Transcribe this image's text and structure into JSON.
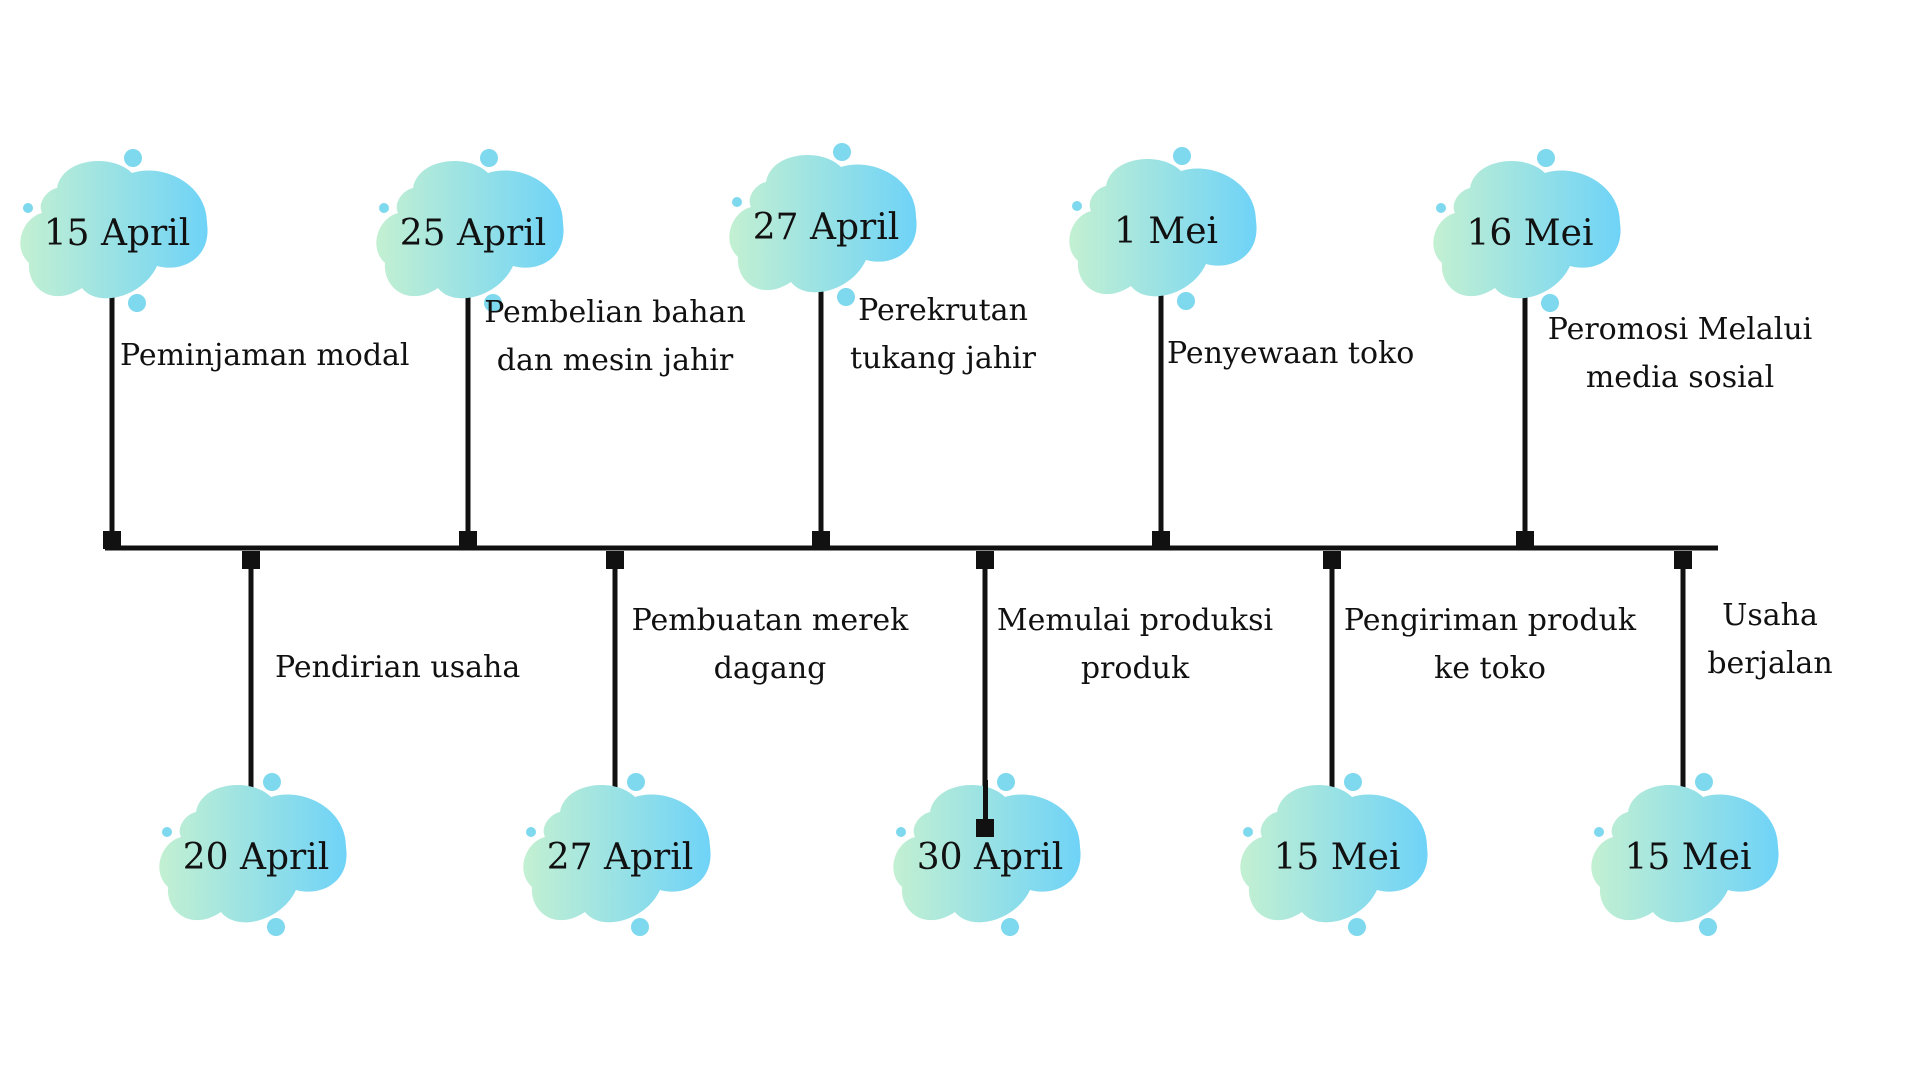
{
  "colors": {
    "line": "#111111",
    "cloud_gradient_start": "#c3f0d2",
    "cloud_gradient_end": "#6fd3f7",
    "bubble": "#7ed8ee"
  },
  "icon_names": [
    "cloud-blob-icon",
    "bubble-dot-icon",
    "square-marker-icon"
  ],
  "top_events": [
    {
      "date": "15 April",
      "lines": [
        "Peminjaman modal"
      ]
    },
    {
      "date": "25 April",
      "lines": [
        "Pembelian bahan",
        "dan mesin jahir"
      ]
    },
    {
      "date": "27 April",
      "lines": [
        "Perekrutan",
        "tukang jahir"
      ]
    },
    {
      "date": "1 Mei",
      "lines": [
        "Penyewaan toko"
      ]
    },
    {
      "date": "16 Mei",
      "lines": [
        "Peromosi Melalui",
        "media sosial"
      ]
    }
  ],
  "bottom_events": [
    {
      "date": "20 April",
      "lines": [
        "Pendirian usaha"
      ]
    },
    {
      "date": "27 April",
      "lines": [
        "Pembuatan merek",
        "dagang"
      ]
    },
    {
      "date": "30 April",
      "lines": [
        "Memulai produksi",
        "produk"
      ]
    },
    {
      "date": "15 Mei",
      "lines": [
        "Pengiriman produk",
        "ke toko"
      ]
    },
    {
      "date": "15 Mei",
      "lines": [
        "Usaha",
        "berjalan"
      ]
    }
  ]
}
